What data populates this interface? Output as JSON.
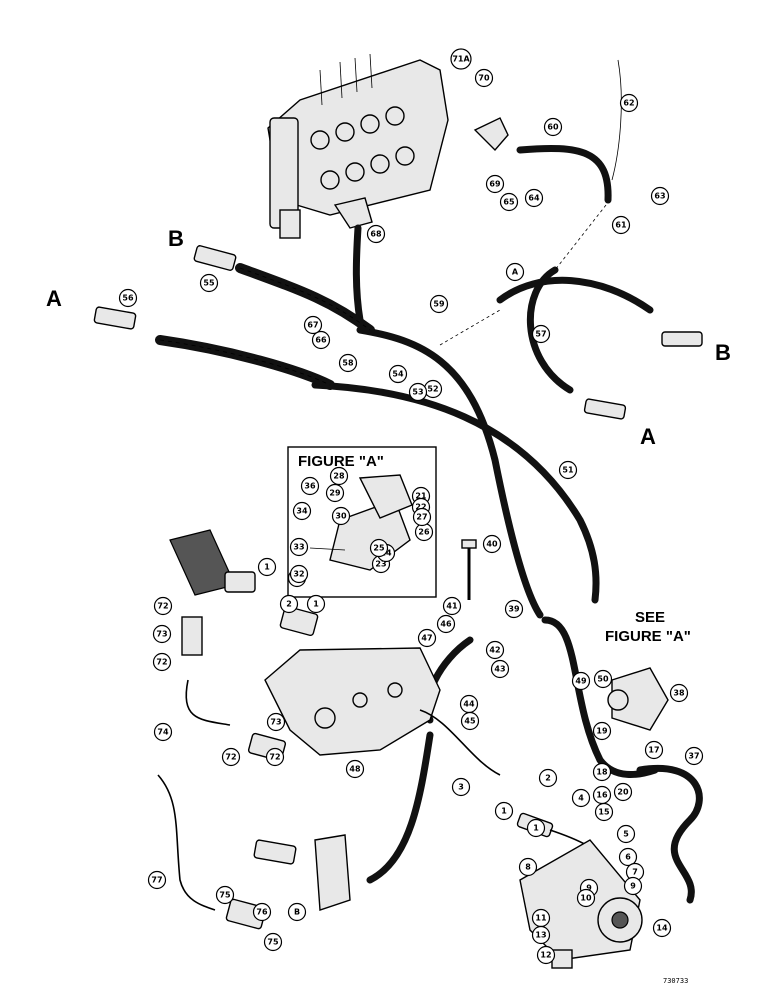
{
  "figure_a_title": "FIGURE \"A\"",
  "see_note": {
    "line1": "SEE",
    "line2": "FIGURE \"A\""
  },
  "catalog_number": "730733",
  "letters": [
    "A",
    "B",
    "B",
    "A"
  ],
  "callouts": [
    "1",
    "2",
    "1",
    "72",
    "73",
    "72",
    "74",
    "72",
    "73",
    "72",
    "75",
    "76",
    "75",
    "77",
    "1",
    "2",
    "3",
    "1",
    "4",
    "5",
    "6",
    "7",
    "8",
    "9",
    "9",
    "10",
    "11",
    "12",
    "13",
    "14",
    "15",
    "16",
    "17",
    "18",
    "19",
    "20",
    "21",
    "22",
    "23",
    "24",
    "25",
    "26",
    "27",
    "28",
    "29",
    "30",
    "31",
    "32",
    "33",
    "34",
    "36",
    "37",
    "38",
    "39",
    "40",
    "41",
    "42",
    "43",
    "44",
    "45",
    "46",
    "47",
    "48",
    "49",
    "50",
    "51",
    "52",
    "53",
    "54",
    "55",
    "56",
    "57",
    "58",
    "59",
    "60",
    "61",
    "62",
    "63",
    "64",
    "65",
    "66",
    "67",
    "68",
    "69",
    "70",
    "71A",
    "B",
    "A"
  ]
}
